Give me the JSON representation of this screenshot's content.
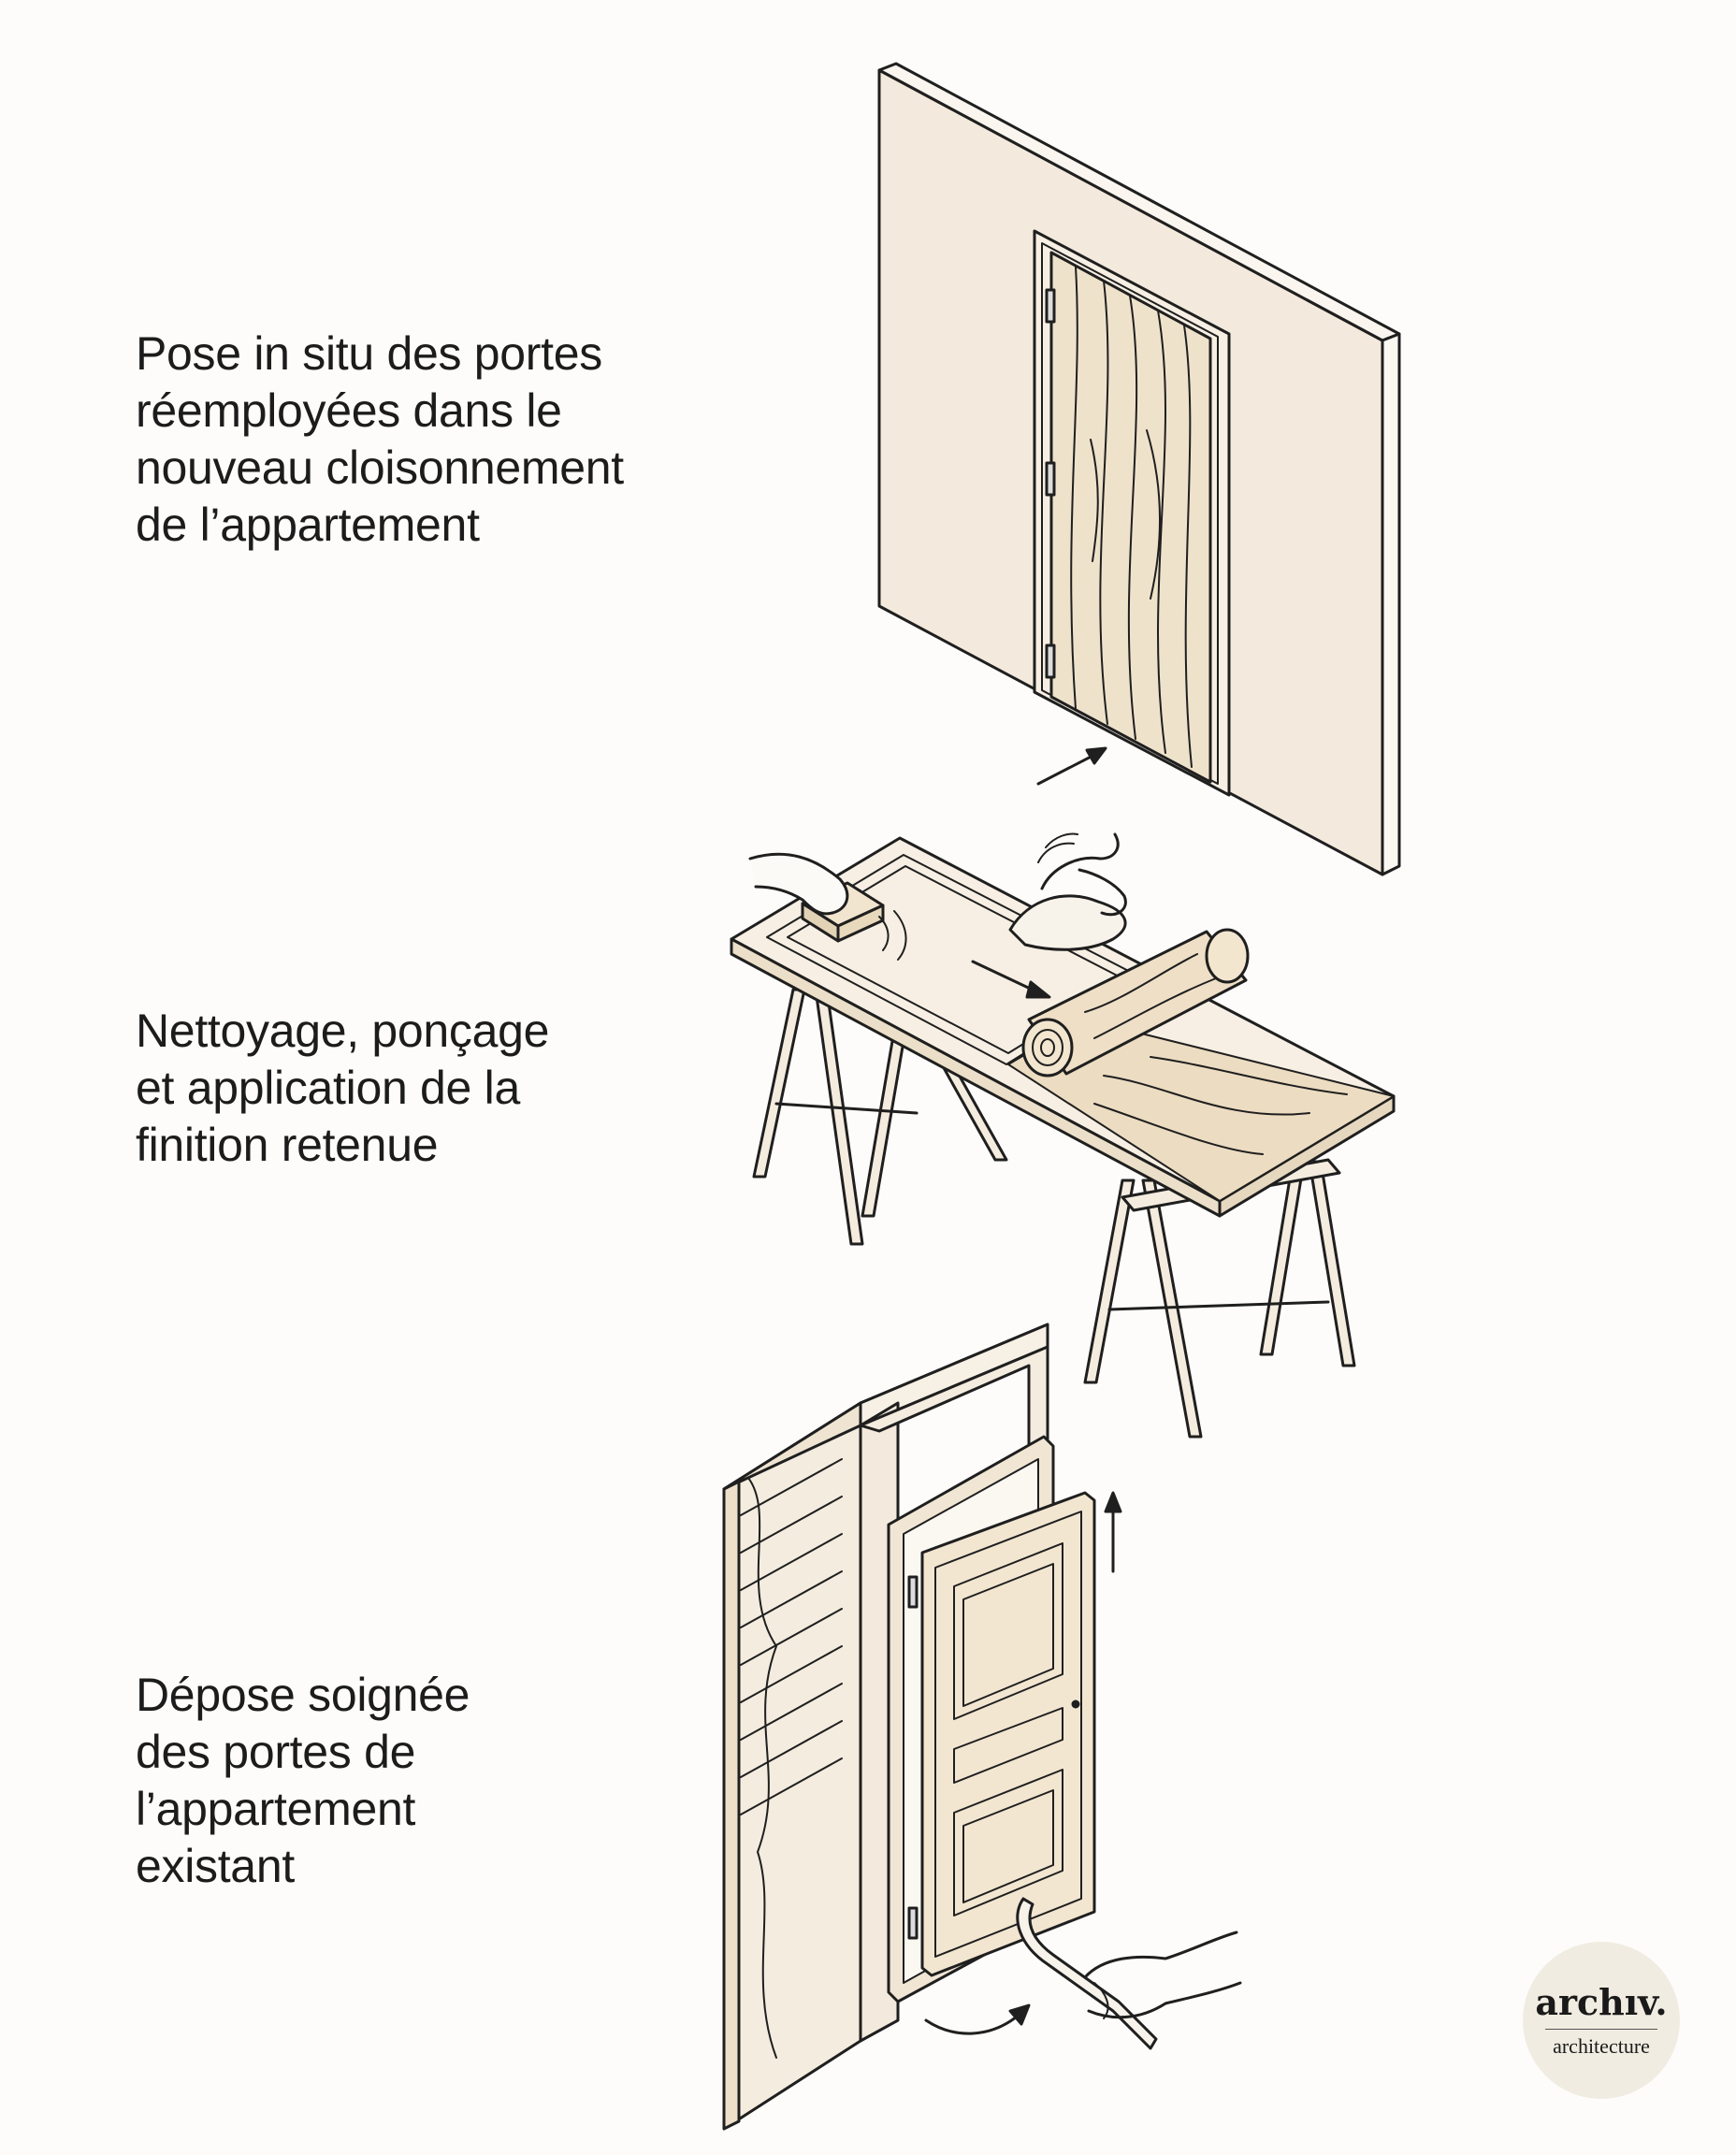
{
  "steps": [
    {
      "id": "step3",
      "lines": [
        "Pose in situ des portes",
        "réemployées dans le",
        "nouveau cloisonnement",
        "de l’appartement"
      ]
    },
    {
      "id": "step2",
      "lines": [
        "Nettoyage, ponçage",
        "et application de la",
        "finition retenue"
      ]
    },
    {
      "id": "step1",
      "lines": [
        "Dépose soignée",
        "des portes de",
        "l’appartement",
        "existant"
      ]
    }
  ],
  "logo": {
    "mark": "archıv.",
    "sub": "architecture"
  },
  "colors": {
    "background": "#fdfcfa",
    "wall": "#f3e9dc",
    "wood": "#f0e4d0",
    "ink": "#1f1f1f",
    "logo_bg": "#f1ece1"
  },
  "icons": [
    "arrow-icon",
    "hand-icon",
    "sanding-block-icon",
    "cloth-icon",
    "veneer-roll-icon",
    "crowbar-icon",
    "hinge-icon"
  ]
}
